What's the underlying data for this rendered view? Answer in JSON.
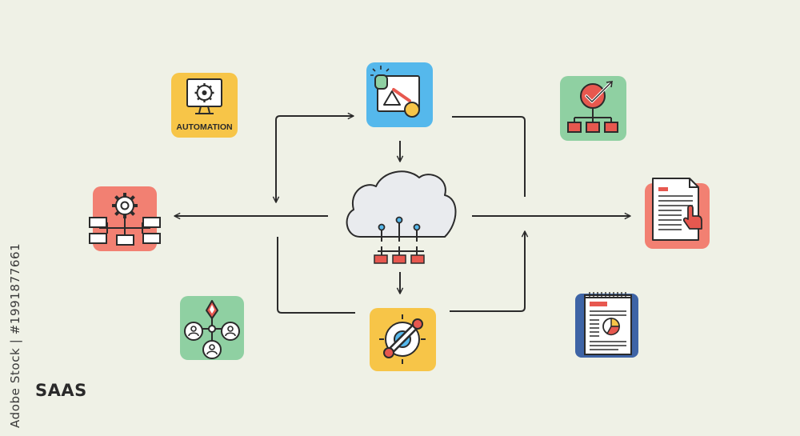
{
  "diagram": {
    "caption": "SAAS",
    "automation_label": "AUTOMATION",
    "stock_id": "Adobe Stock | #1991877661",
    "colors": {
      "background": "#eff1e6",
      "stroke": "#2b2b2b",
      "yellow_tile": "#f7c548",
      "blue_tile": "#55b8ec",
      "green_tile": "#8fd0a2",
      "red_tile": "#f28072",
      "navy_tile": "#3e64a6",
      "accent_red": "#e7584f",
      "cloud_fill": "#e9ebee"
    },
    "icons": [
      "automation-icon",
      "design-tool-icon",
      "analytics-chart-icon",
      "settings-network-icon",
      "cloud-network-icon",
      "document-tap-icon",
      "team-network-icon",
      "data-integration-icon",
      "report-document-icon"
    ]
  }
}
